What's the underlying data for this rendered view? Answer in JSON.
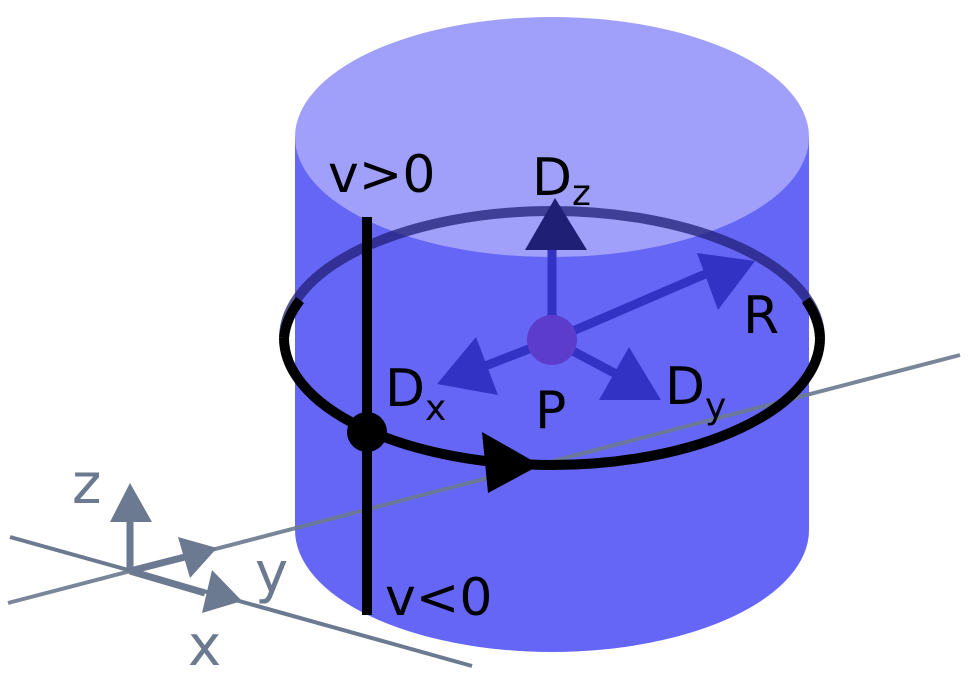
{
  "labels": {
    "v_pos": "v>0",
    "v_neg": "v<0",
    "dz_main": "D",
    "dz_sub": "z",
    "dx_main": "D",
    "dx_sub": "x",
    "dy_main": "D",
    "dy_sub": "y",
    "r": "R",
    "p": "P",
    "axis_x": "x",
    "axis_y": "y",
    "axis_z": "z"
  },
  "colors": {
    "cylinder_side": "#6666f6",
    "cylinder_top": "#a0a0fa",
    "arrow": "#3232c4",
    "arrow_dark": "#1f1f75",
    "point": "#5b3ccc",
    "axis": "#6b7a90",
    "path": "#000000"
  }
}
